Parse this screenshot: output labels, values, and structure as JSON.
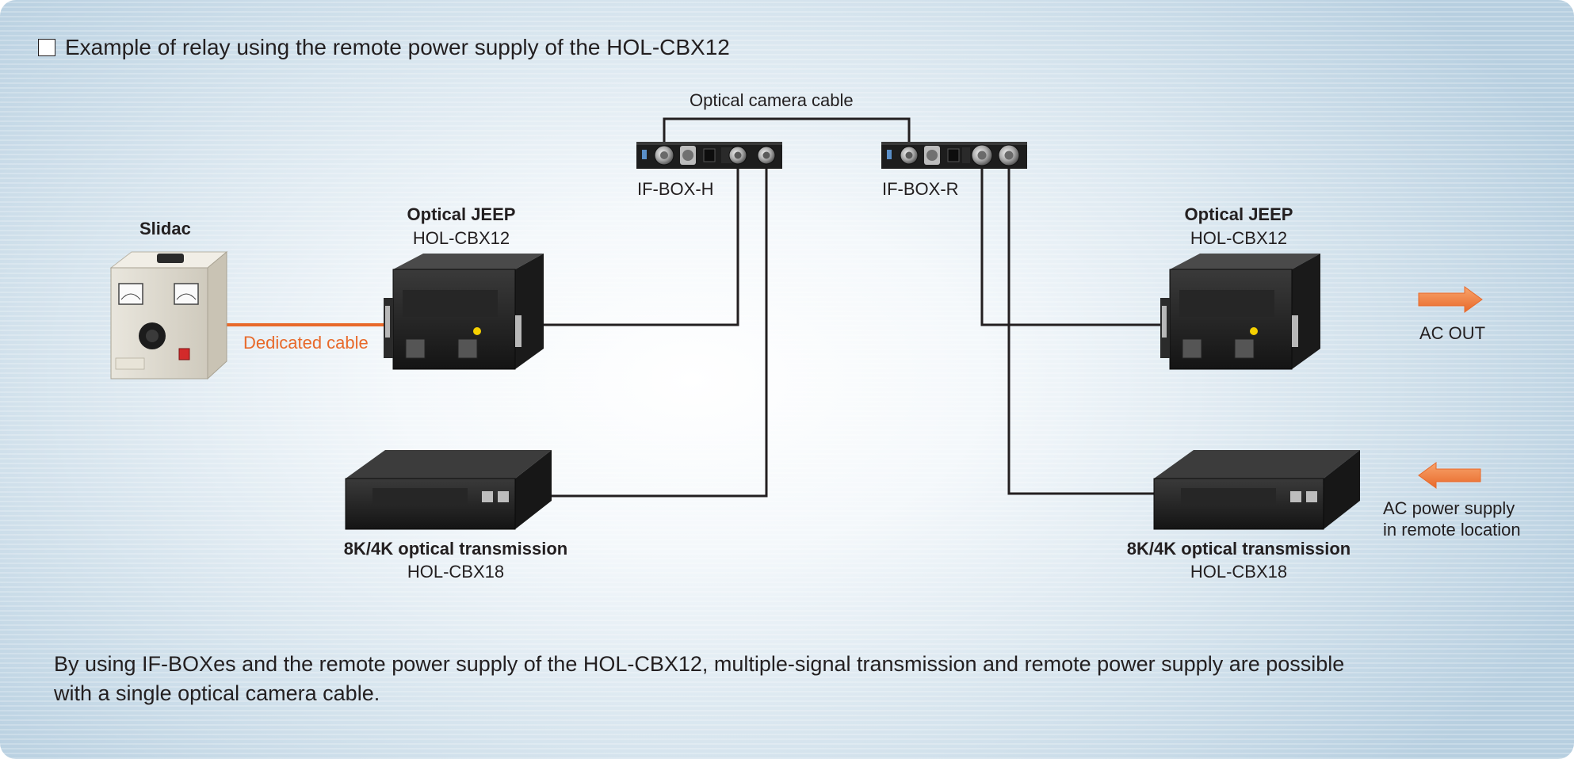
{
  "header": {
    "title": "Example of relay using the remote power supply of the HOL-CBX12"
  },
  "cables": {
    "optical_camera_cable": "Optical camera cable",
    "dedicated_cable": "Dedicated cable"
  },
  "ifbox": {
    "left_label": "IF-BOX-H",
    "right_label": "IF-BOX-R"
  },
  "slidac": {
    "label": "Slidac"
  },
  "jeep_left": {
    "name": "Optical JEEP",
    "model": "HOL-CBX12"
  },
  "jeep_right": {
    "name": "Optical JEEP",
    "model": "HOL-CBX12"
  },
  "transmission_left": {
    "name": "8K/4K optical transmission",
    "model": "HOL-CBX18"
  },
  "transmission_right": {
    "name": "8K/4K optical transmission",
    "model": "HOL-CBX18"
  },
  "ac_out": {
    "label": "AC OUT"
  },
  "ac_supply": {
    "line1": "AC power supply",
    "line2": "in remote location"
  },
  "caption": {
    "line1": "By using IF-BOXes and the remote power supply of the HOL-CBX12, multiple-signal transmission and remote power supply are possible",
    "line2": "with a single optical camera cable."
  },
  "colors": {
    "cable": "#231f20",
    "dedicated_cable": "#e8692a",
    "arrow": "#f0782e"
  }
}
